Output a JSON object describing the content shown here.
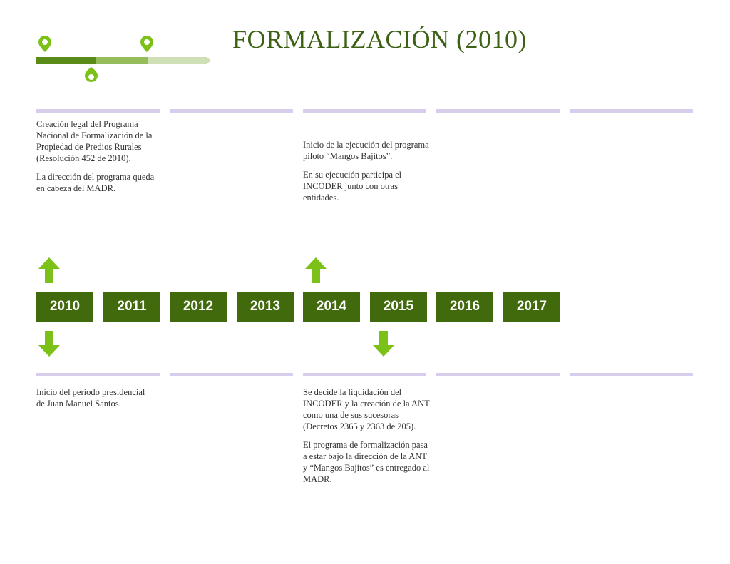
{
  "title": "FORMALIZACIÓN (2010)",
  "colors": {
    "accent_dark": "#416a0c",
    "accent_light": "#7cc118",
    "rule": "#d8cdea"
  },
  "years": [
    "2010",
    "2011",
    "2012",
    "2013",
    "2014",
    "2015",
    "2016",
    "2017"
  ],
  "top_notes": [
    {
      "year": "2010",
      "paragraphs": [
        "Creación legal del Programa Nacional de Formalización de la Propiedad de Predios Rurales (Resolución 452 de 2010).",
        "La dirección del programa queda en cabeza del MADR."
      ]
    },
    {
      "year": "2014",
      "paragraphs": [
        "Inicio de la ejecución del programa piloto “Mangos Bajitos”.",
        "En su ejecución participa el INCODER junto con otras entidades."
      ]
    }
  ],
  "bottom_notes": [
    {
      "year": "2010",
      "paragraphs": [
        "Inicio del periodo presidencial de Juan Manuel Santos."
      ]
    },
    {
      "year": "2015",
      "paragraphs": [
        "Se decide la liquidación del INCODER y la creación de la ANT como una de sus sucesoras (Decretos 2365 y 2363 de 205).",
        "El programa de formalización pasa a estar bajo la dirección de la ANT y “Mangos Bajitos” es entregado al MADR."
      ]
    }
  ],
  "icons": {
    "pin": "location-pin-icon",
    "up": "arrow-up-icon",
    "down": "arrow-down-icon"
  }
}
